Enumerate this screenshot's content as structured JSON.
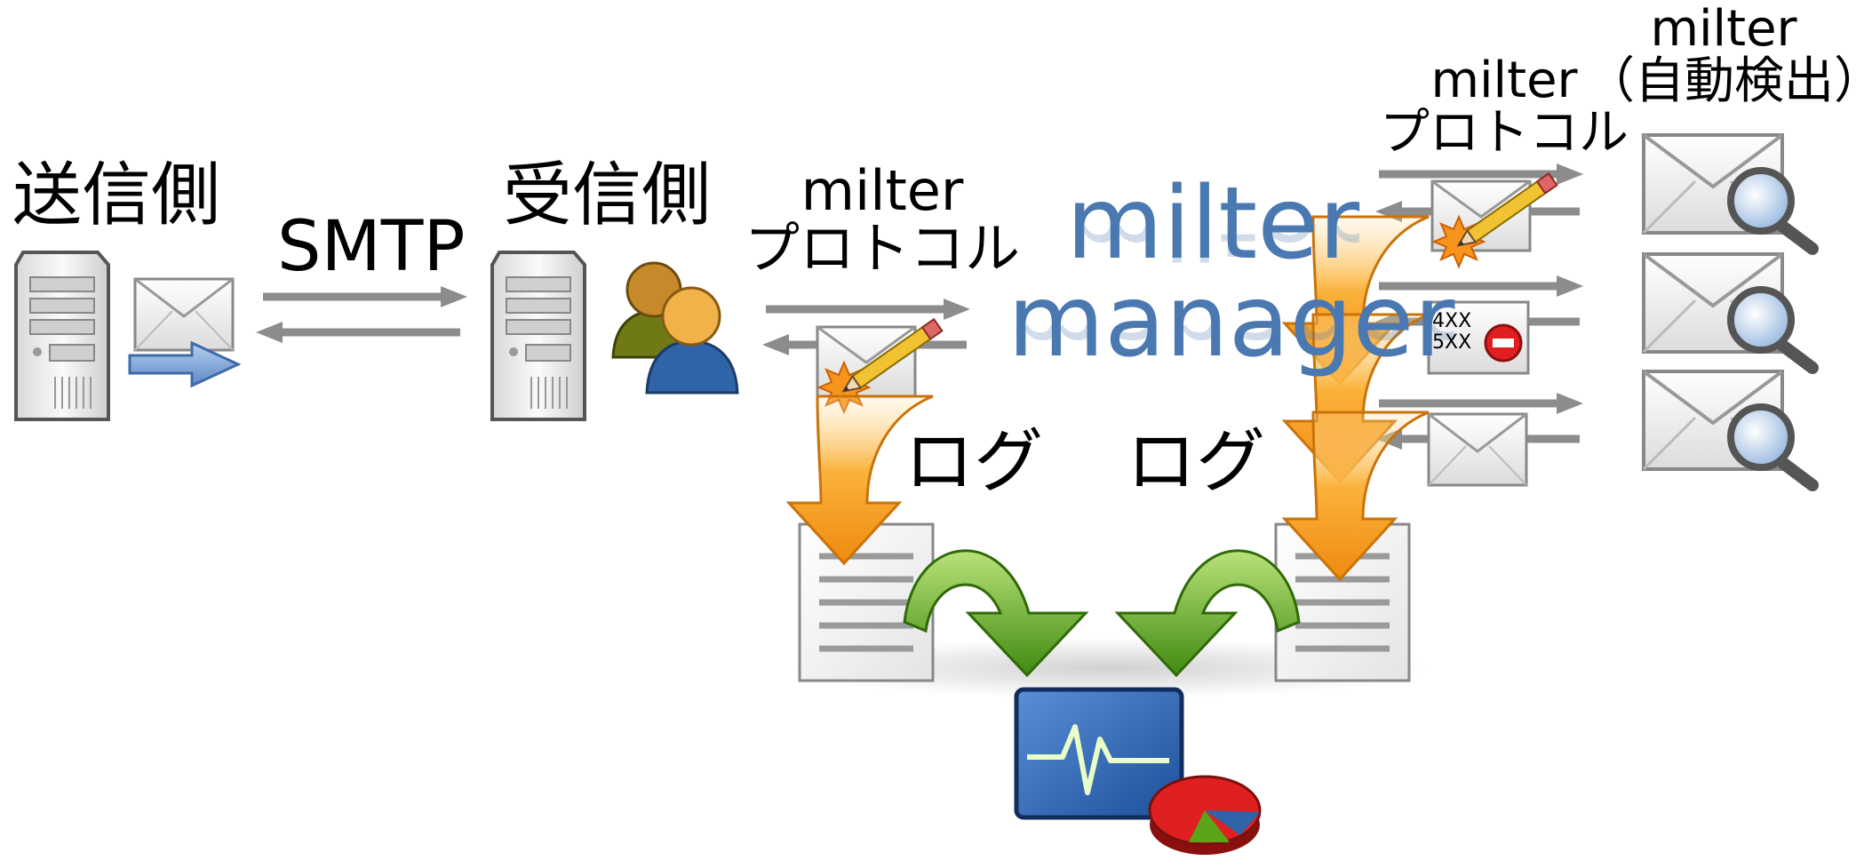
{
  "labels": {
    "sender": "送信側",
    "smtp": "SMTP",
    "receiver": "受信側",
    "protocol_left_line1": "milter",
    "protocol_left_line2": "プロトコル",
    "protocol_right_line1": "milter",
    "protocol_right_line2": "プロトコル",
    "autodetect_line1": "milter",
    "autodetect_line2": "（自動検出）",
    "log_left": "ログ",
    "log_right": "ログ",
    "manager_line1": "milter",
    "manager_line2": "manager",
    "reply_4xx": "4XX",
    "reply_5xx": "5XX"
  },
  "colors": {
    "arrow_gray": "#8c8c8c",
    "orange": "#f5a623",
    "green": "#5aa51a",
    "blue": "#4a78b0",
    "monitor_blue": "#1d4f9a"
  },
  "icons": [
    "server-icon",
    "envelope-icon",
    "users-icon",
    "edit-envelope-icon",
    "magnifier-envelope-icon",
    "reject-envelope-icon",
    "document-icon",
    "monitor-icon",
    "pie-chart-icon"
  ]
}
